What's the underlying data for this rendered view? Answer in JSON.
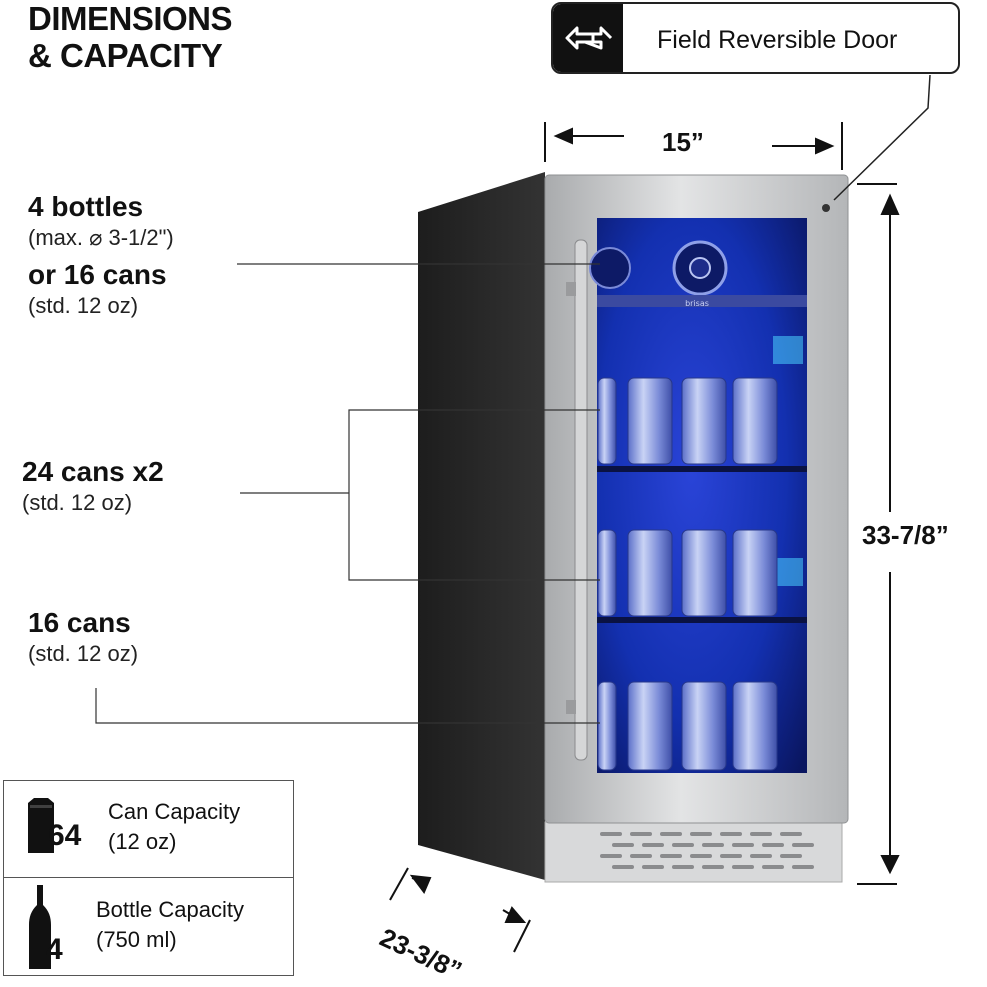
{
  "header": {
    "title_line1": "DIMENSIONS",
    "title_line2": "& CAPACITY"
  },
  "door_badge": {
    "label": "Field Reversible Door",
    "icon": "swap-arrows-icon"
  },
  "capacity": {
    "top": {
      "main1": "4 bottles",
      "sub1": "(max. ⌀ 3-1/2\")",
      "main2": "or 16 cans",
      "sub2": "(std. 12 oz)"
    },
    "middle": {
      "main": "24 cans x2",
      "sub": "(std. 12 oz)"
    },
    "bottom": {
      "main": "16 cans",
      "sub": "(std. 12 oz)"
    }
  },
  "dimensions": {
    "width": "15”",
    "height": "33-7/8”",
    "depth": "23-3/8”"
  },
  "legend": {
    "can": {
      "count": "64",
      "label": "Can Capacity",
      "sub": "(12 oz)",
      "icon": "can-icon"
    },
    "bottle": {
      "count": "4",
      "label": "Bottle Capacity",
      "sub": "(750 ml)",
      "icon": "bottle-icon"
    }
  },
  "product": {
    "brand": "brisas"
  },
  "colors": {
    "glass_blue": "#1a37c8",
    "steel": "#c9cbcd",
    "cabinet": "#262626"
  }
}
